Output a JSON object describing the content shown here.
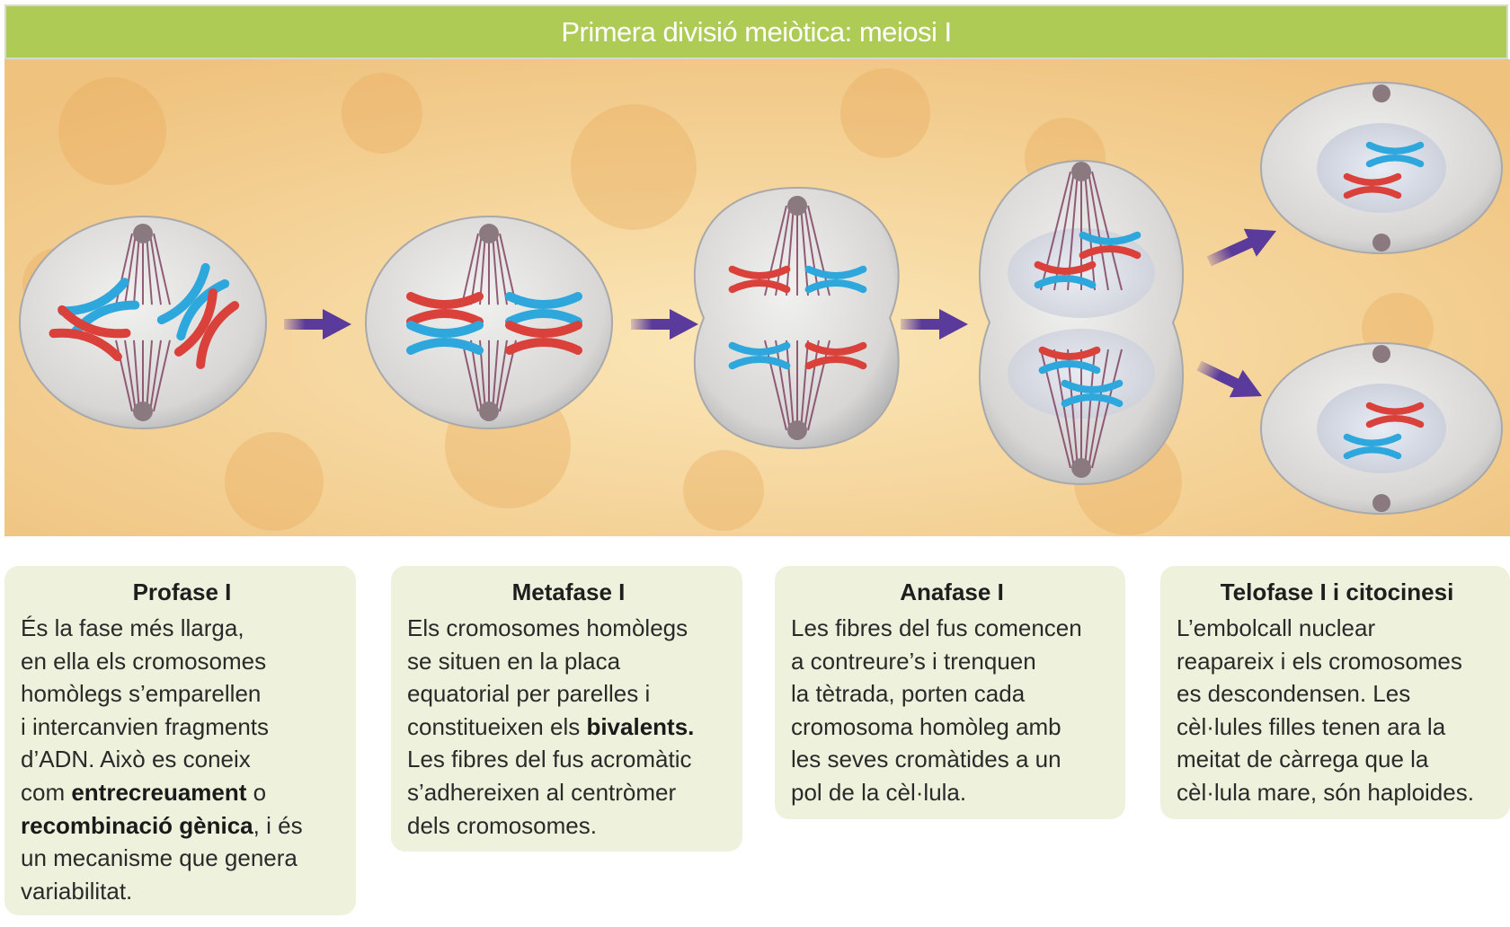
{
  "title": "Primera divisió meiòtica: meiosi I",
  "colors": {
    "header": "#aecb55",
    "box": "#eef2dc",
    "arrow": "#5a3a9a",
    "chromosome_red": "#d9413a",
    "chromosome_blue": "#2ea8dc"
  },
  "phases": [
    {
      "title": "Profase I",
      "lines": [
        [
          {
            "t": "És la fase més llarga,"
          }
        ],
        [
          {
            "t": "en ella els cromosomes"
          }
        ],
        [
          {
            "t": "homòlegs s’emparellen"
          }
        ],
        [
          {
            "t": "i intercanvien fragments"
          }
        ],
        [
          {
            "t": "d’ADN. Això es coneix"
          }
        ],
        [
          {
            "t": "com "
          },
          {
            "t": "entrecreuament",
            "b": true
          },
          {
            "t": " o"
          }
        ],
        [
          {
            "t": "recombinació gènica",
            "b": true
          },
          {
            "t": ", i és"
          }
        ],
        [
          {
            "t": "un mecanisme que genera"
          }
        ],
        [
          {
            "t": "variabilitat."
          }
        ]
      ]
    },
    {
      "title": "Metafase I",
      "lines": [
        [
          {
            "t": "Els cromosomes homòlegs"
          }
        ],
        [
          {
            "t": "se situen en la placa"
          }
        ],
        [
          {
            "t": "equatorial per parelles i"
          }
        ],
        [
          {
            "t": "constitueixen els "
          },
          {
            "t": "bivalents.",
            "b": true
          }
        ],
        [
          {
            "t": "Les fibres del fus acromàtic"
          }
        ],
        [
          {
            "t": "s’adhereixen al centròmer"
          }
        ],
        [
          {
            "t": "dels cromosomes."
          }
        ]
      ]
    },
    {
      "title": "Anafase I",
      "lines": [
        [
          {
            "t": "Les fibres del fus comencen"
          }
        ],
        [
          {
            "t": "a contreure’s i trenquen"
          }
        ],
        [
          {
            "t": "la tètrada, porten cada"
          }
        ],
        [
          {
            "t": "cromosoma homòleg amb"
          }
        ],
        [
          {
            "t": "les seves cromàtides a un"
          }
        ],
        [
          {
            "t": "pol de la cèl·lula."
          }
        ]
      ]
    },
    {
      "title": "Telofase I i citocinesi",
      "lines": [
        [
          {
            "t": "L’embolcall nuclear"
          }
        ],
        [
          {
            "t": "reapareix i els cromosomes"
          }
        ],
        [
          {
            "t": "es descondensen. Les"
          }
        ],
        [
          {
            "t": "cèl·lules filles tenen ara la"
          }
        ],
        [
          {
            "t": "meitat de càrrega que la"
          }
        ],
        [
          {
            "t": "cèl·lula mare, són haploides."
          }
        ]
      ]
    }
  ]
}
